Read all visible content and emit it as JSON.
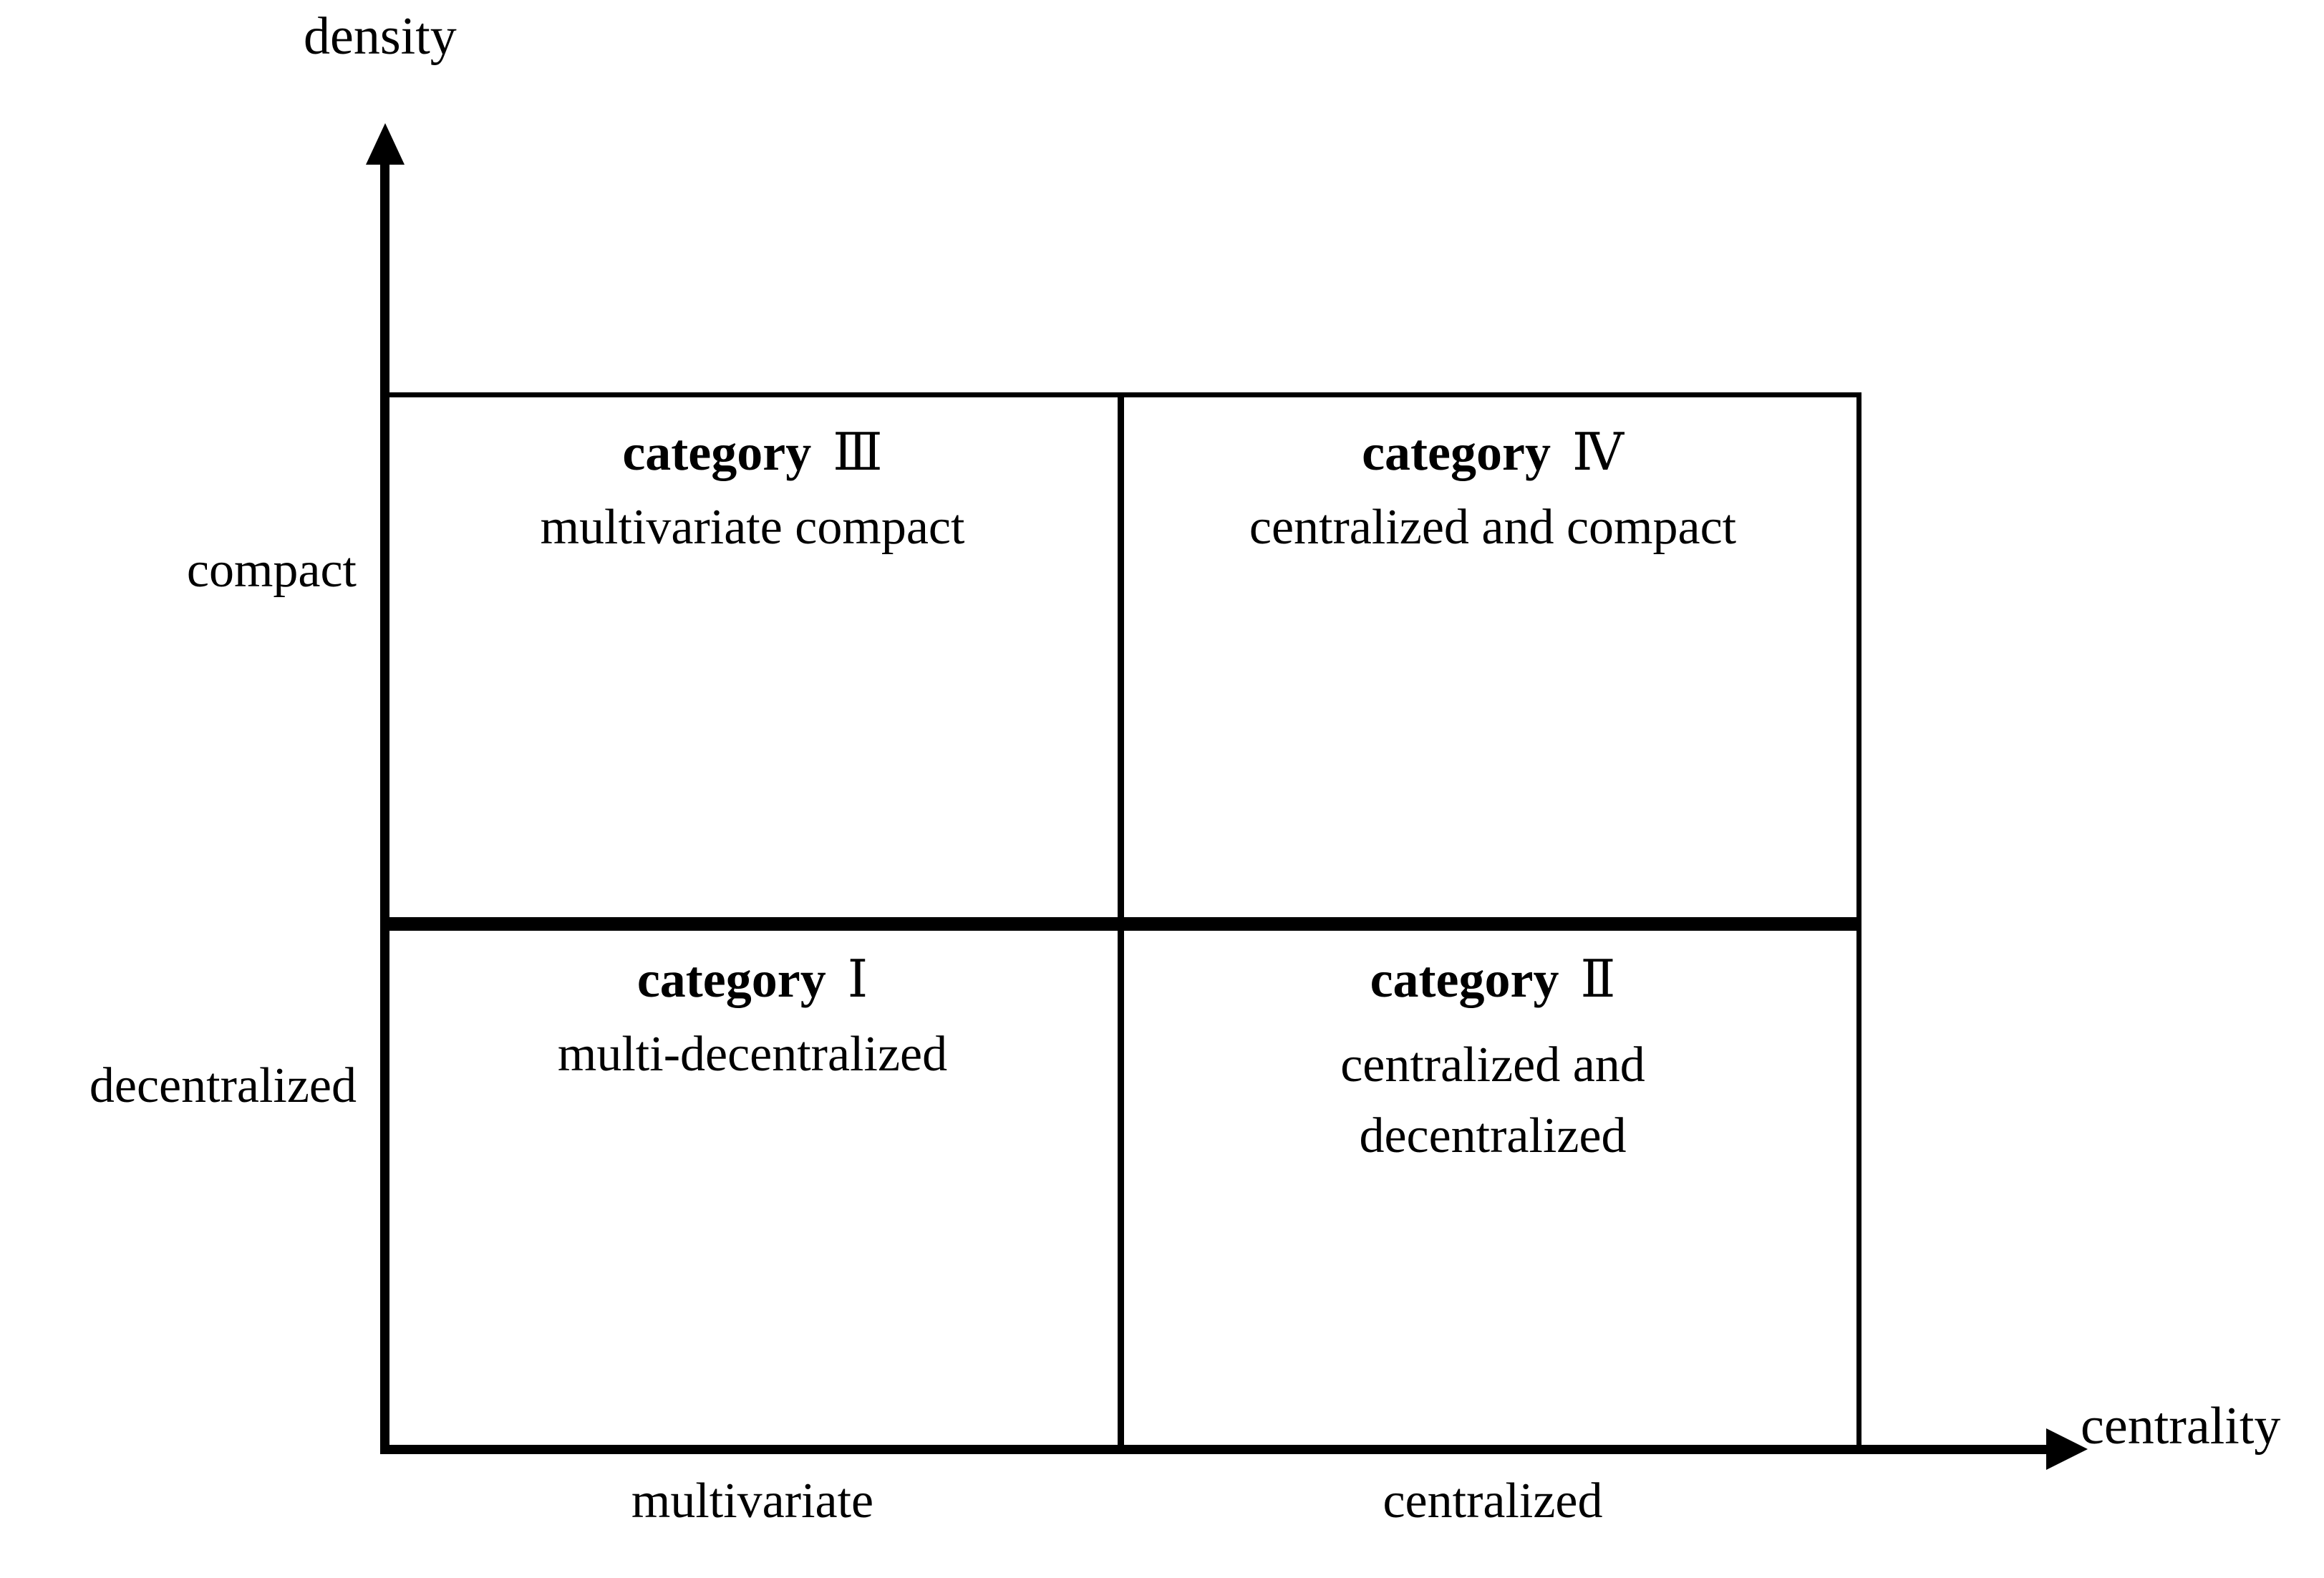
{
  "chart_data": {
    "type": "table",
    "title": "",
    "xlabel": "centrality",
    "ylabel": "density",
    "grid": true,
    "legend": "none",
    "x_tick_labels": [
      "multivariate",
      "centralized"
    ],
    "y_tick_labels": [
      "decentralized",
      "compact"
    ],
    "quadrants": [
      {
        "position": "top-left",
        "x": "multivariate",
        "y": "compact",
        "category_word": "category",
        "category_number": "Ⅲ",
        "description": "multivariate compact"
      },
      {
        "position": "top-right",
        "x": "centralized",
        "y": "compact",
        "category_word": "category",
        "category_number": "Ⅳ",
        "description": "centralized and compact"
      },
      {
        "position": "bottom-left",
        "x": "multivariate",
        "y": "decentralized",
        "category_word": "category",
        "category_number": "Ⅰ",
        "description": "multi-decentralized"
      },
      {
        "position": "bottom-right",
        "x": "centralized",
        "y": "decentralized",
        "category_word": "category",
        "category_number": "Ⅱ",
        "description": "centralized and decentralized"
      }
    ]
  },
  "axes": {
    "y_title": "density",
    "x_title": "centrality",
    "y_ticks": {
      "upper": "compact",
      "lower": "decentralized"
    },
    "x_ticks": {
      "left": "multivariate",
      "right": "centralized"
    },
    "y_arrow_icon": "arrow-up-icon",
    "x_arrow_icon": "arrow-right-icon"
  },
  "colors": {
    "stroke": "#000000",
    "background": "#ffffff",
    "text": "#000000"
  }
}
